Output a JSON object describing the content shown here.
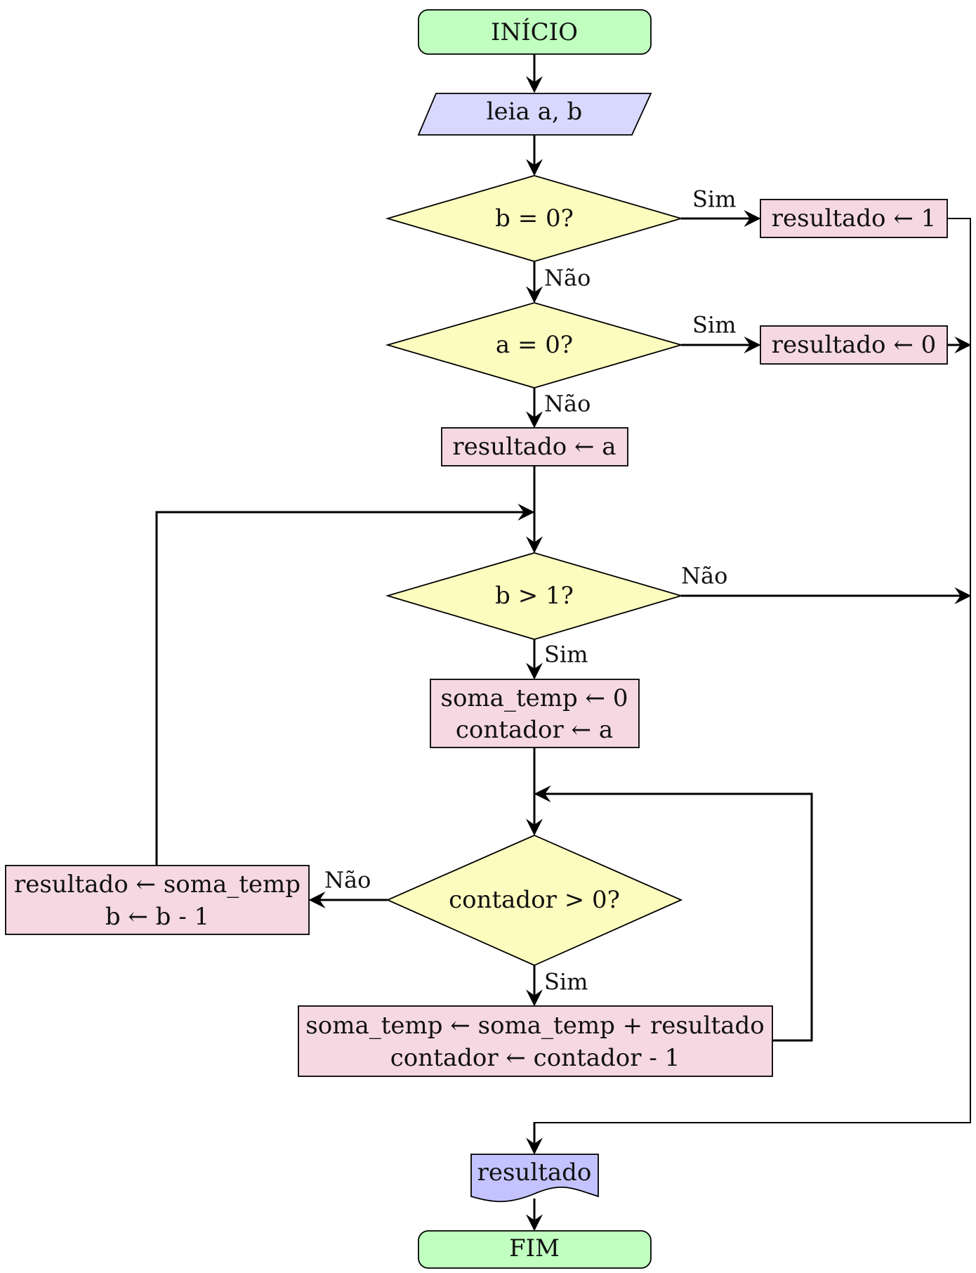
{
  "colors": {
    "terminal": "#c0ffc0",
    "io": "#d8d8ff",
    "decision": "#fdfcbf",
    "process": "#f5d8e2",
    "document": "#c3c3ff"
  },
  "nodes": {
    "start": {
      "label": "INÍCIO"
    },
    "read": {
      "label": "leia a, b"
    },
    "dec_b0": {
      "label": "b = 0?"
    },
    "res1": {
      "label": "resultado ← 1"
    },
    "dec_a0": {
      "label": "a = 0?"
    },
    "res0": {
      "label": "resultado ← 0"
    },
    "resa": {
      "label": "resultado ← a"
    },
    "dec_b1": {
      "label": "b > 1?"
    },
    "init": {
      "lines": [
        "soma_temp ← 0",
        "contador ← a"
      ]
    },
    "dec_cont": {
      "label": "contador > 0?"
    },
    "update": {
      "lines": [
        "resultado ← soma_temp",
        "b ← b - 1"
      ]
    },
    "body": {
      "lines": [
        "soma_temp ← soma_temp + resultado",
        "contador ← contador - 1"
      ]
    },
    "output": {
      "label": "resultado"
    },
    "end": {
      "label": "FIM"
    }
  },
  "edge_labels": {
    "b0_yes": "Sim",
    "b0_no": "Não",
    "a0_yes": "Sim",
    "a0_no": "Não",
    "b1_no": "Não",
    "b1_yes": "Sim",
    "cont_no": "Não",
    "cont_yes": "Sim"
  }
}
